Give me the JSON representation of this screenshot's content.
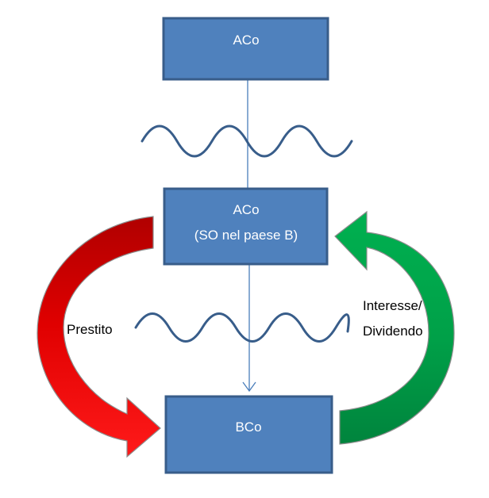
{
  "colors": {
    "box_fill": "#4f81bd",
    "box_border": "#385d8a",
    "connector": "#4a7ebb",
    "wave": "#385d8a",
    "loan_arrow_dark": "#c00000",
    "loan_arrow_light": "#ff0000",
    "return_arrow_dark": "#00843d",
    "return_arrow_light": "#00b050",
    "arrow_outline": "#7f7f7f"
  },
  "nodes": {
    "top": {
      "label": "ACo"
    },
    "middle": {
      "line1": "ACo",
      "line2": "(SO nel paese B)"
    },
    "bottom": {
      "label": "BCo"
    }
  },
  "arrows": {
    "loan": {
      "label": "Prestito"
    },
    "return": {
      "line1": "Interesse/",
      "line2": "Dividendo"
    }
  },
  "icons": {
    "border_wave": "wave-icon"
  }
}
